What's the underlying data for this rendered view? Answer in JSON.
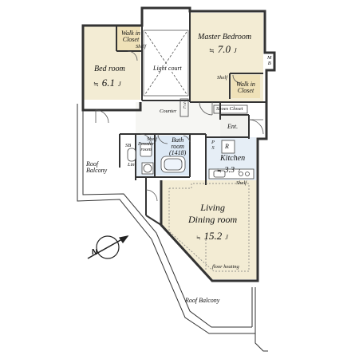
{
  "rooms": {
    "bed_room": {
      "name": "Bed room",
      "size_prefix": "≒",
      "size": "6.1",
      "unit": "J"
    },
    "walk_in_closet_1": {
      "line1": "Walk in",
      "line2": "Closet"
    },
    "light_court": {
      "name": "Light court"
    },
    "master_bedroom": {
      "name": "Master Bedroom",
      "size_prefix": "≒",
      "size": "7.0",
      "unit": "J"
    },
    "walk_in_closet_2": {
      "line1": "Walk in",
      "line2": "Closet"
    },
    "mb": {
      "line1": "M",
      "line2": "B"
    },
    "counter": {
      "name": "Counter"
    },
    "shoes_closet": {
      "name": "Shoes Closet"
    },
    "entrance": {
      "name": "Ent."
    },
    "ps": {
      "line1": "P",
      "line2": "S"
    },
    "refrigerator": {
      "name": "R"
    },
    "kitchen": {
      "name": "Kitchen",
      "size_prefix": "≒",
      "size": "3.3",
      "unit": "J"
    },
    "powder_room": {
      "line1": "Powder",
      "line2": "room"
    },
    "bath_room": {
      "line1": "Bath",
      "line2": "room",
      "line3": "(1418)"
    },
    "living_dining": {
      "line1": "Living",
      "line2": "Dining room",
      "size_prefix": "≒",
      "size": "15.2",
      "unit": "J",
      "note": "floor heating"
    },
    "roof_balcony_left": {
      "line1": "Roof",
      "line2": "Balcony"
    },
    "roof_balcony_bottom": {
      "name": "Roof Balcony"
    }
  },
  "small_labels": {
    "shelf_1": "Shelf",
    "shelf_2": "Shelf",
    "shelf_3": "Shelf",
    "shelf_4": "Shelf",
    "sb": "SB",
    "lin": "Lin",
    "sc": "SC"
  },
  "compass": {
    "letter": "N"
  }
}
